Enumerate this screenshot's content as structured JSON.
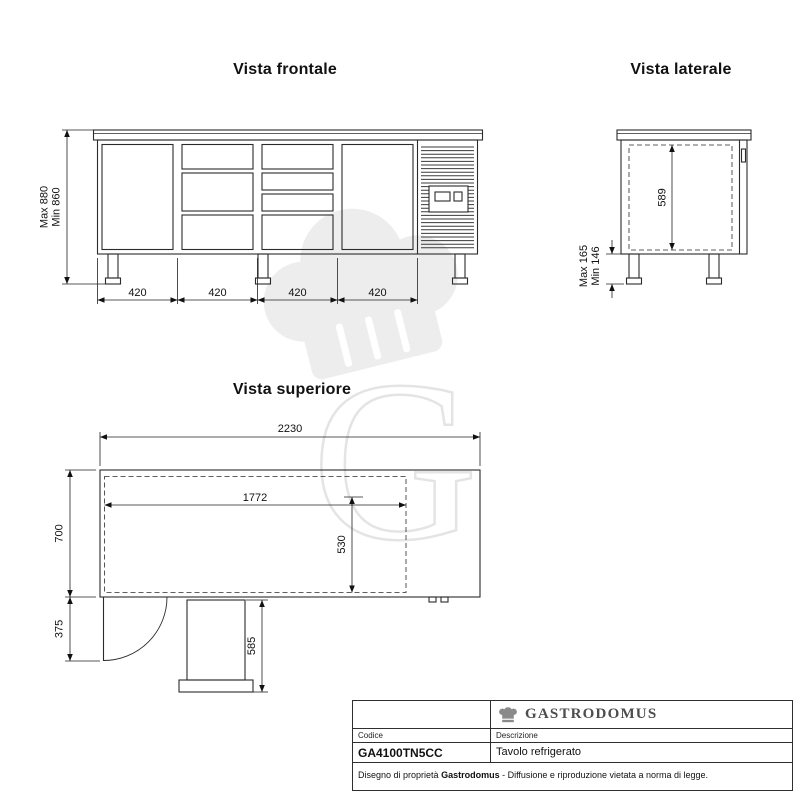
{
  "views": {
    "front": {
      "title": "Vista frontale",
      "dim_height_max": "Max 880",
      "dim_height_min": "Min 860",
      "dim_widths": [
        "420",
        "420",
        "420",
        "420"
      ]
    },
    "side": {
      "title": "Vista laterale",
      "dim_interior_height": "589",
      "dim_leg_max": "Max 165",
      "dim_leg_min": "Min 146"
    },
    "top": {
      "title": "Vista superiore",
      "dim_total_length": "2230",
      "dim_interior_length": "1772",
      "dim_interior_depth": "530",
      "dim_depth": "700",
      "dim_door_open": "375",
      "dim_pedestal": "585"
    }
  },
  "title_block": {
    "brand": "Gastrodomus",
    "code_label": "Codice",
    "code_value": "GA4100TN5CC",
    "description_label": "Descrizione",
    "description_value": "Tavolo refrigerato",
    "note_prefix": "Disegno di proprietà ",
    "note_brand": "Gastrodomus",
    "note_suffix": " - Diffusione e riproduzione vietata a norma di legge."
  },
  "colors": {
    "line": "#2b2b2b",
    "dim": "#222222",
    "watermark": "#ededed"
  }
}
